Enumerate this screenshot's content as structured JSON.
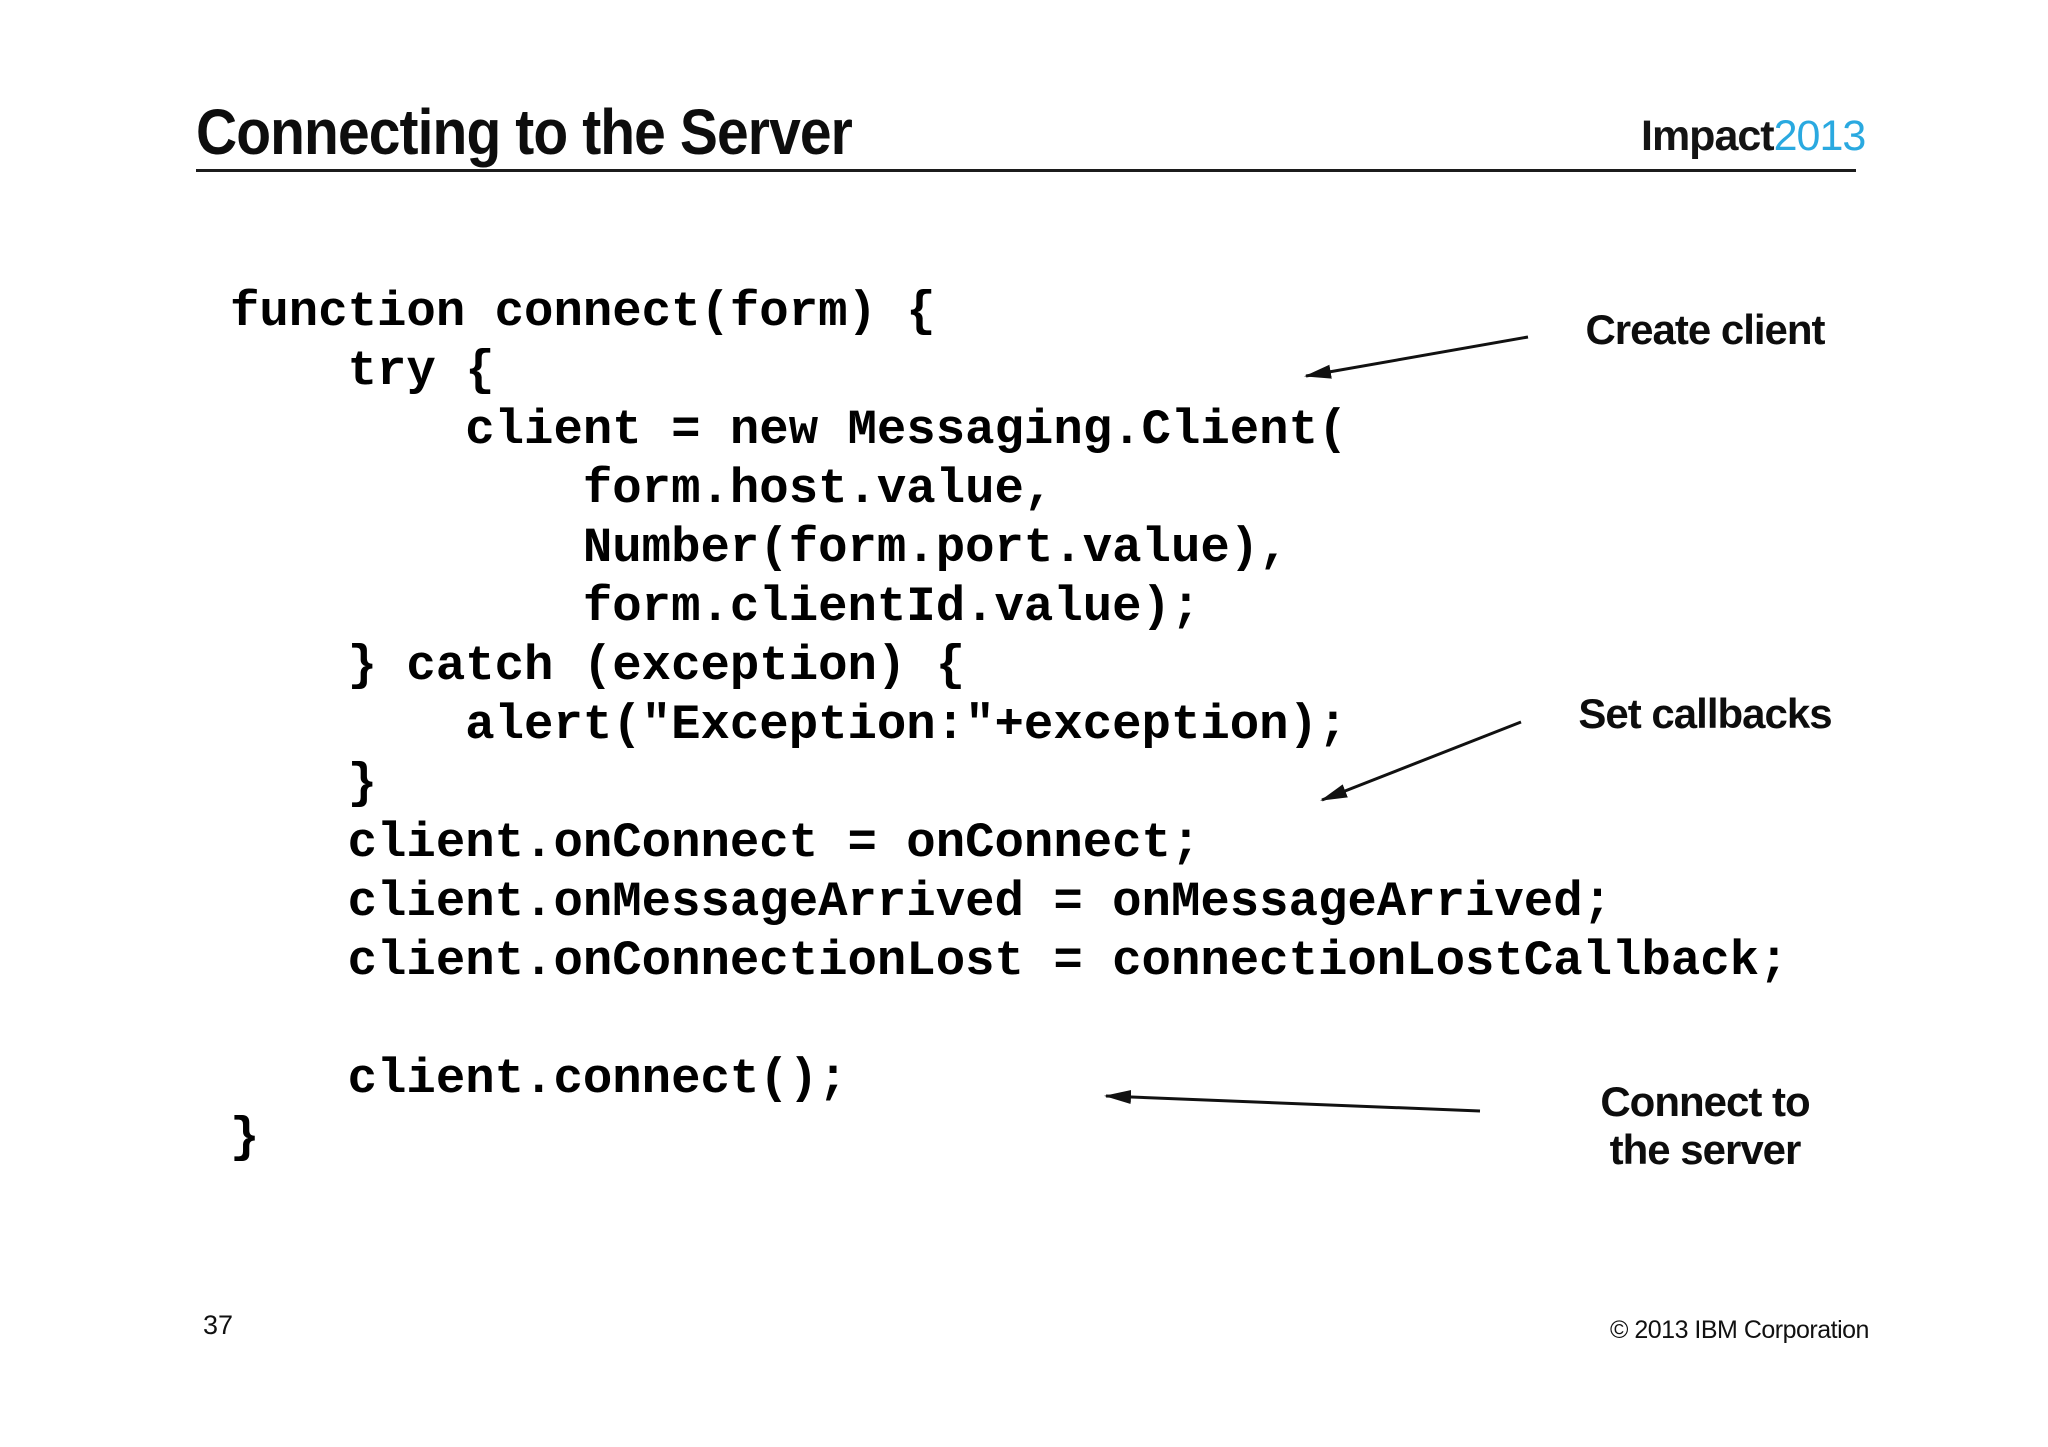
{
  "slide": {
    "title": "Connecting to the Server",
    "page_number": "37",
    "copyright": "© 2013 IBM Corporation"
  },
  "logo": {
    "brand": "Impact",
    "year": "2013",
    "brand_color": "#141414",
    "year_color": "#2aa9e0"
  },
  "code": {
    "language": "javascript",
    "lines": [
      "function connect(form) {",
      "    try {",
      "        client = new Messaging.Client(",
      "            form.host.value,",
      "            Number(form.port.value),",
      "            form.clientId.value);",
      "    } catch (exception) {",
      "        alert(\"Exception:\"+exception);",
      "    }",
      "    client.onConnect = onConnect;",
      "    client.onMessageArrived = onMessageArrived;",
      "    client.onConnectionLost = connectionLostCallback;",
      "",
      "    client.connect();",
      "}"
    ]
  },
  "annotations": {
    "create_client": "Create client",
    "set_callbacks": "Set callbacks",
    "connect_line1": "Connect to",
    "connect_line2": "the server",
    "arrow_color": "#111111"
  }
}
